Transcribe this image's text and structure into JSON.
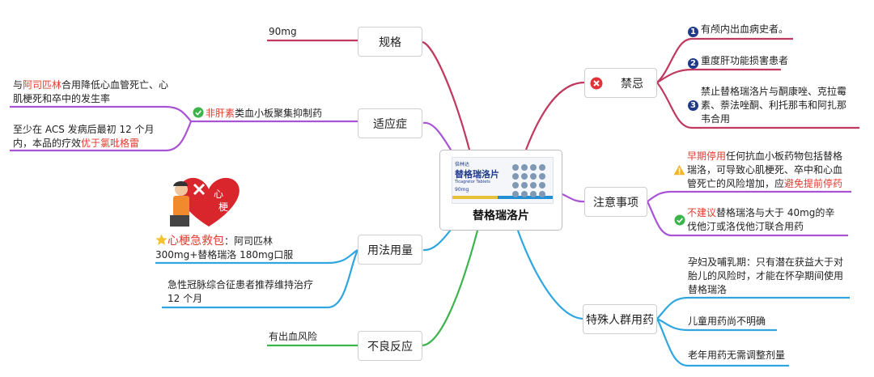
{
  "center": {
    "title": "替格瑞洛片",
    "package": {
      "brand": "倍林达",
      "name": "替格瑞洛片",
      "en": "Ticagrelor Tablets",
      "dose": "90mg"
    }
  },
  "branches": {
    "spec": {
      "label": "规格",
      "items": [
        "90mg"
      ]
    },
    "indication": {
      "label": "适应症",
      "category": {
        "highlight": "非肝素",
        "rest": "类血小板聚集抑制药"
      },
      "item1": {
        "pre": "与",
        "red": "阿司匹林",
        "post": "合用降低心血管死亡、心肌梗死和卒中的发生率"
      },
      "item2": {
        "pre": "至少在 ACS 发病后最初 12 个月内，本品的疗效",
        "red": "优于氯吡格雷"
      }
    },
    "usage": {
      "label": "用法用量",
      "emergency": {
        "red": "心梗急救包",
        "rest": "：阿司匹林 300mg+替格瑞洛 180mg口服"
      },
      "item2": "急性冠脉综合征患者推荐维持治疗12 个月",
      "heart_text": "心梗"
    },
    "adverse": {
      "label": "不良反应",
      "items": [
        "有出血风险"
      ]
    },
    "contraindication": {
      "label": "禁忌",
      "items": [
        "有颅内出血病史者。",
        "重度肝功能损害患者",
        "禁止替格瑞洛片与酮康唑、克拉霉素、萘法唑酮、利托那韦和阿扎那韦合用"
      ]
    },
    "precautions": {
      "label": "注意事项",
      "item1": {
        "red1": "早期停用",
        "mid": "任何抗血小板药物包括替格瑞洛，可导致心肌梗死、卒中和心血管死亡的风险增加，应",
        "red2": "避免提前停药"
      },
      "item2": {
        "red": "不建议",
        "rest": "替格瑞洛与大于 40mg的辛伐他汀或洛伐他汀联合用药"
      }
    },
    "special": {
      "label": "特殊人群用药",
      "items": [
        "孕妇及哺乳期：只有潜在获益大于对胎儿的风险时，才能在怀孕期间使用替格瑞洛",
        "儿童用药尚不明确",
        "老年用药无需调整剂量"
      ]
    }
  },
  "colors": {
    "spec": "#c0395f",
    "contraindication": "#c0395f",
    "indication": "#a954d6",
    "precautions": "#a954d6",
    "usage": "#2fa6e0",
    "special": "#2fa6e0",
    "adverse": "#3cb44b",
    "red_text": "#e23b2e",
    "badge": "#1f3a8a"
  }
}
